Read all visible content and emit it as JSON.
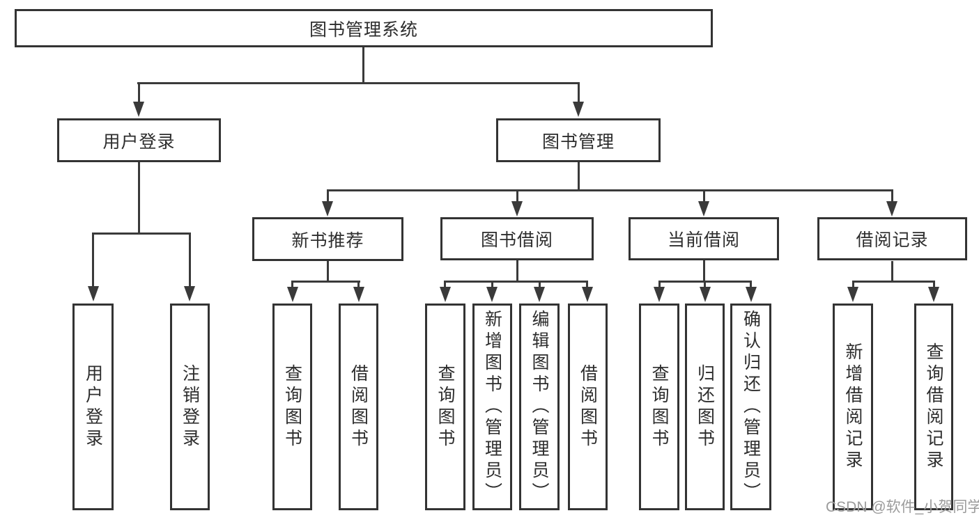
{
  "nodes": {
    "root": "图书管理系统",
    "user_login": "用户登录",
    "book_management": "图书管理",
    "new_book_recommend": "新书推荐",
    "book_borrowing": "图书借阅",
    "current_borrowing": "当前借阅",
    "borrowing_records": "借阅记录",
    "leaf_user_login": "用户登录",
    "leaf_logout": "注销登录",
    "leaf_query_books_1": "查询图书",
    "leaf_borrow_books_1": "借阅图书",
    "leaf_query_books_2": "查询图书",
    "leaf_add_books": "新增图书（管理员）",
    "leaf_edit_books": "编辑图书（管理员）",
    "leaf_borrow_books_2": "借阅图书",
    "leaf_query_books_3": "查询图书",
    "leaf_return_books": "归还图书",
    "leaf_confirm_return": "确认归还（管理员）",
    "leaf_add_borrow_record": "新增借阅记录",
    "leaf_query_borrow_record": "查询借阅记录"
  },
  "watermark": "CSDN @软件_小贺同学",
  "colors": {
    "line": "#3a3a3a",
    "box_border": "#333333",
    "text": "#2d2d2d",
    "background": "#ffffff",
    "watermark": "#9b9b9b"
  }
}
